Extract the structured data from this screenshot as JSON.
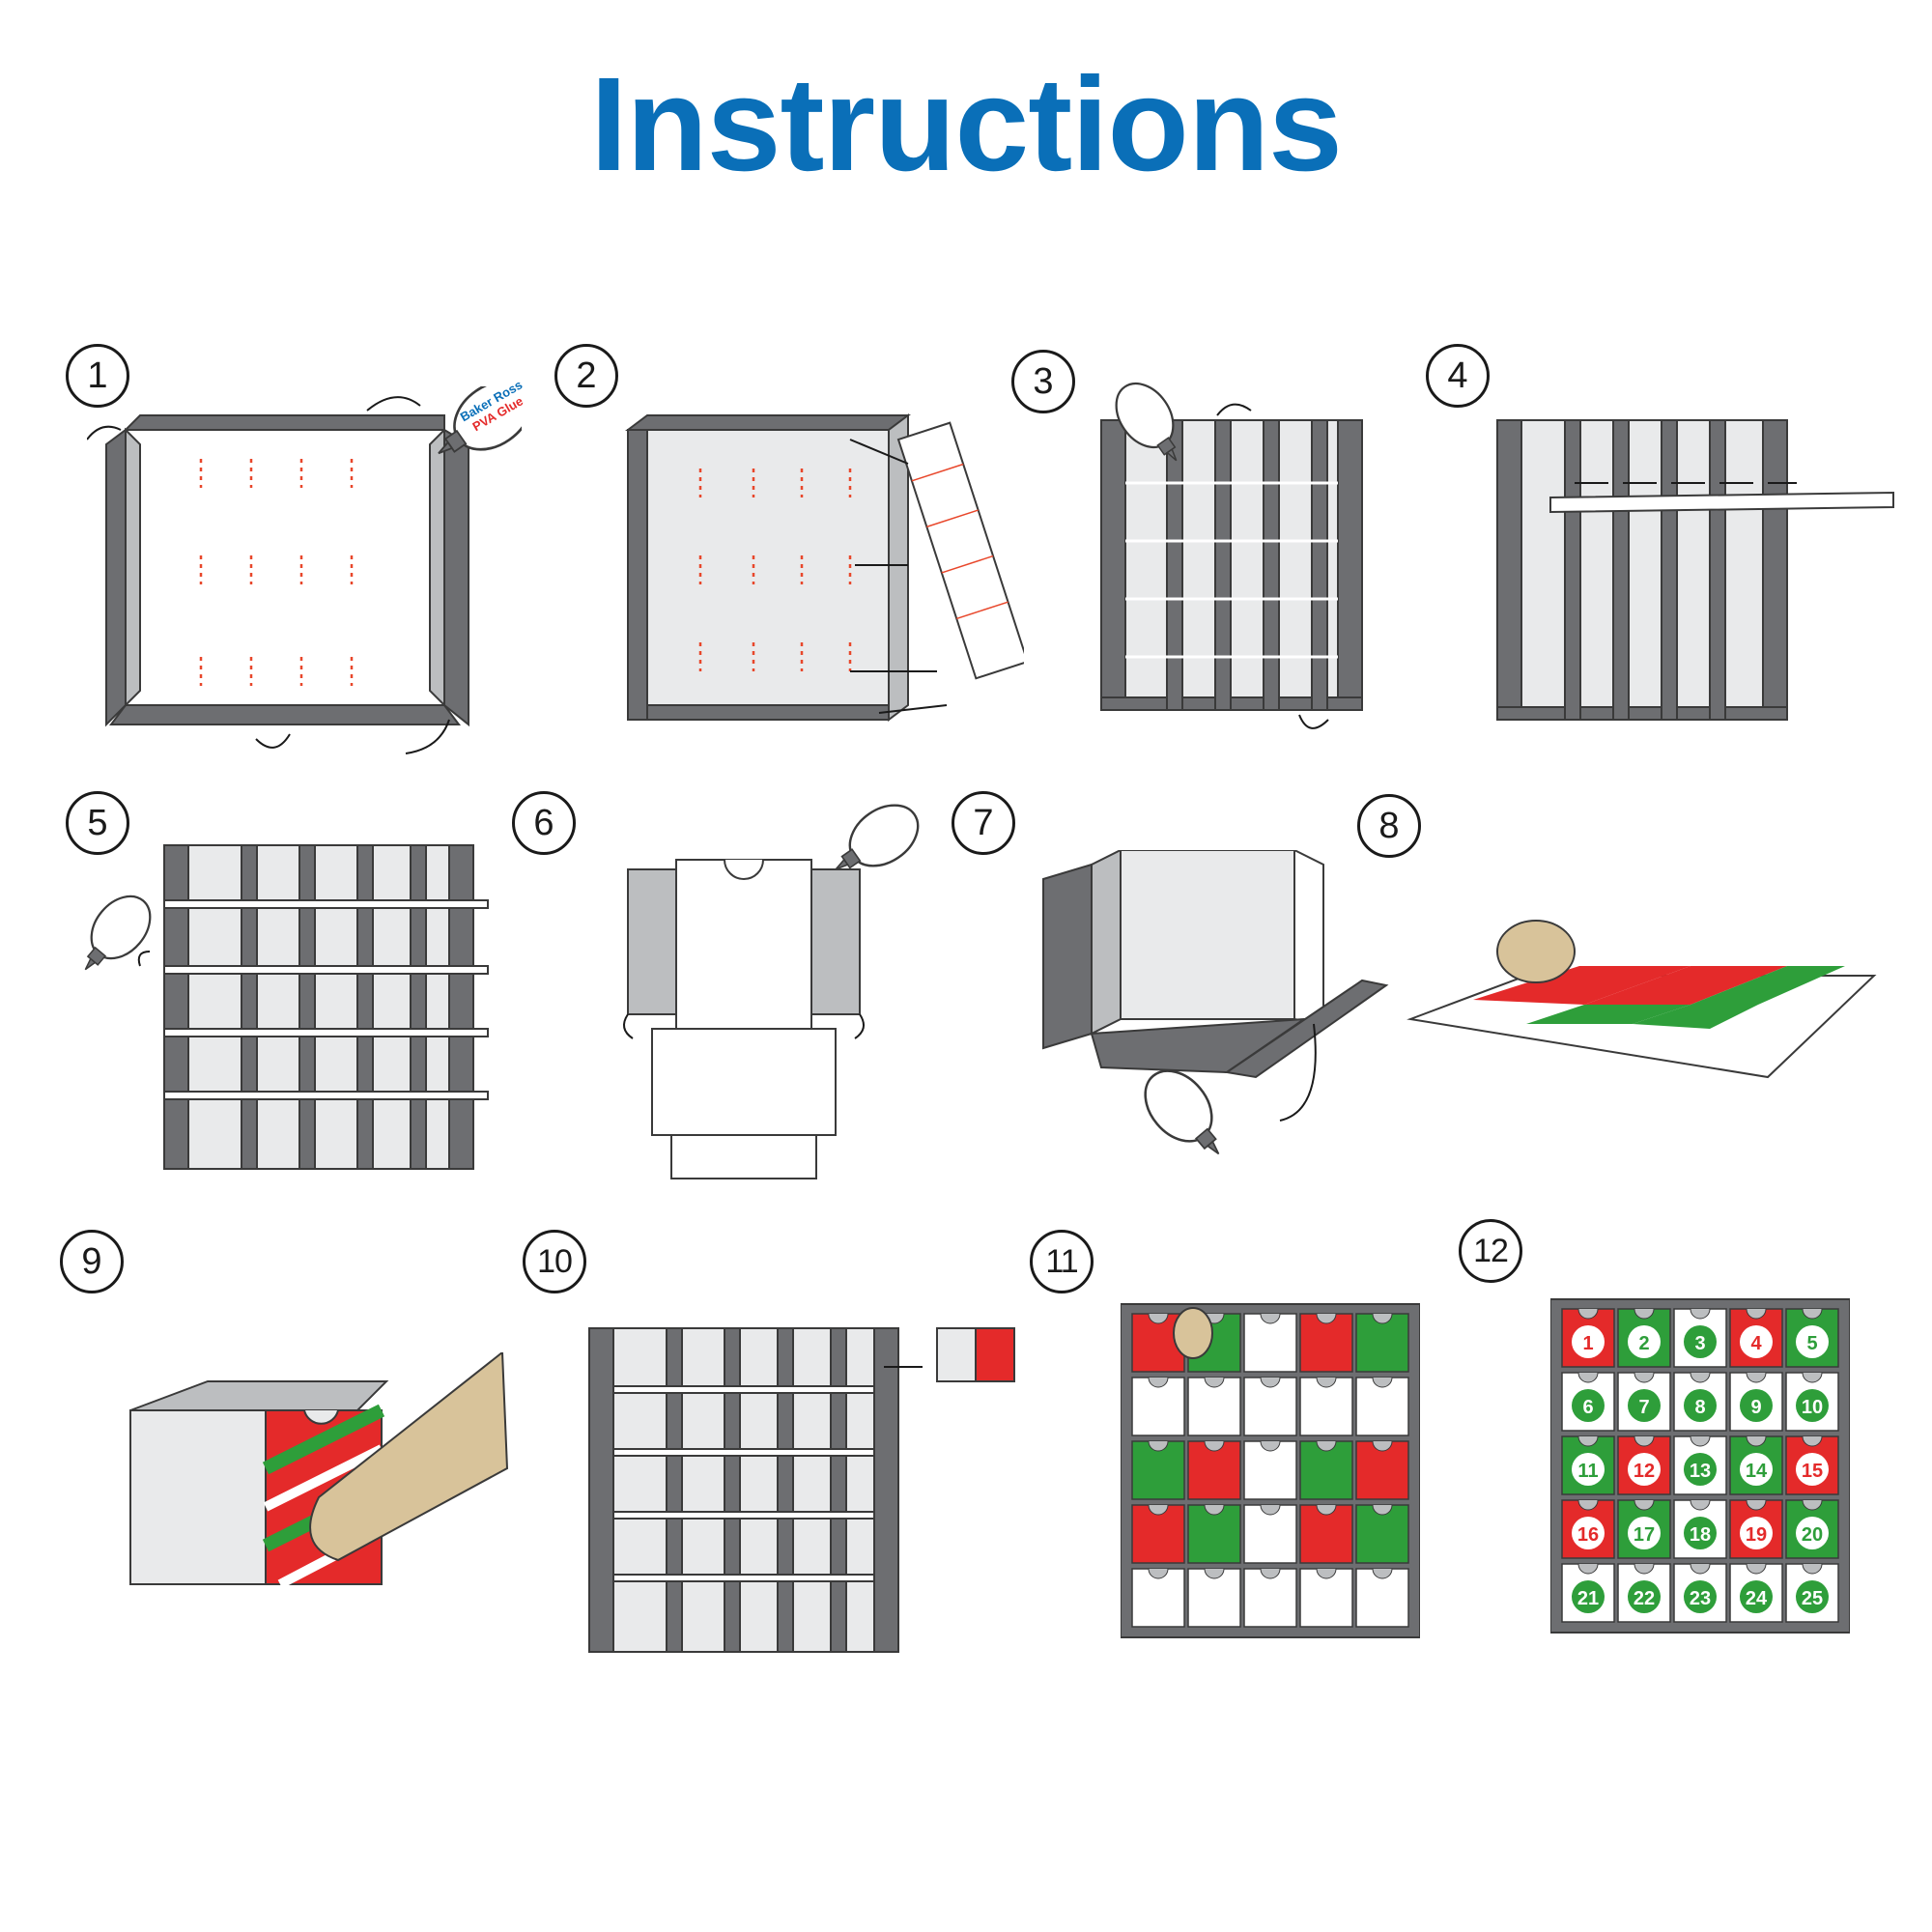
{
  "title": "Instructions",
  "colors": {
    "title": "#0a6fb8",
    "frame_dark": "#6d6e71",
    "frame_light": "#bcbec0",
    "panel_fill": "#e9eaeb",
    "outline": "#3a3a3a",
    "cut_red": "#e8472b",
    "paper_red": "#e42a2a",
    "paper_green": "#2e9e3a",
    "paper_white": "#ffffff",
    "skin": "#d8c39a"
  },
  "glue_bottle": {
    "brand": "Baker Ross",
    "product": "PVA Glue"
  },
  "steps": [
    "1",
    "2",
    "3",
    "4",
    "5",
    "6",
    "7",
    "8",
    "9",
    "10",
    "11",
    "12"
  ],
  "calendar_numbers": [
    "1",
    "2",
    "3",
    "4",
    "5",
    "6",
    "7",
    "8",
    "9",
    "10",
    "11",
    "12",
    "13",
    "14",
    "15",
    "16",
    "17",
    "18",
    "19",
    "20",
    "21",
    "22",
    "23",
    "24",
    "25"
  ]
}
